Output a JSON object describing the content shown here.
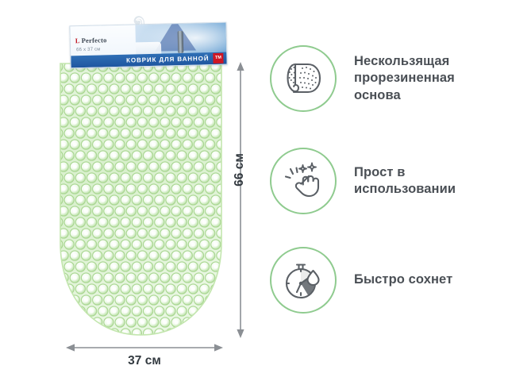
{
  "product": {
    "name": "bath-mat",
    "hook_icon": "hanger-hook-icon",
    "package_label": {
      "brand": "Perfecto",
      "brand_mark": "L",
      "size_text": "66 x 37 см",
      "banner_text": "КОВРИК ДЛЯ ВАННОЙ",
      "badge_text": "TM",
      "badge_color": "#cf1724",
      "banner_color": "#1f56a0"
    },
    "mat_color": "#b9e3a6",
    "mat_icon": "suction-cup-mat-icon"
  },
  "dimensions": {
    "height_label": "66 см",
    "width_label": "37 см",
    "arrow_color": "#8b8f94",
    "vertical_arrow_icon": "double-arrow-vertical-icon",
    "horizontal_arrow_icon": "double-arrow-horizontal-icon"
  },
  "features": [
    {
      "icon": "rubber-roll-icon",
      "lines": [
        "Нескользящая",
        "прорезиненная",
        "основа"
      ]
    },
    {
      "icon": "snapping-fingers-icon",
      "lines": [
        "Прост в",
        "использовании"
      ]
    },
    {
      "icon": "stopwatch-drop-icon",
      "lines": [
        "Быстро сохнет"
      ]
    }
  ],
  "theme": {
    "accent_green": "#8fcb8f",
    "icon_stroke": "#5b6066",
    "text_color": "#4a4f55",
    "background": "#ffffff"
  }
}
